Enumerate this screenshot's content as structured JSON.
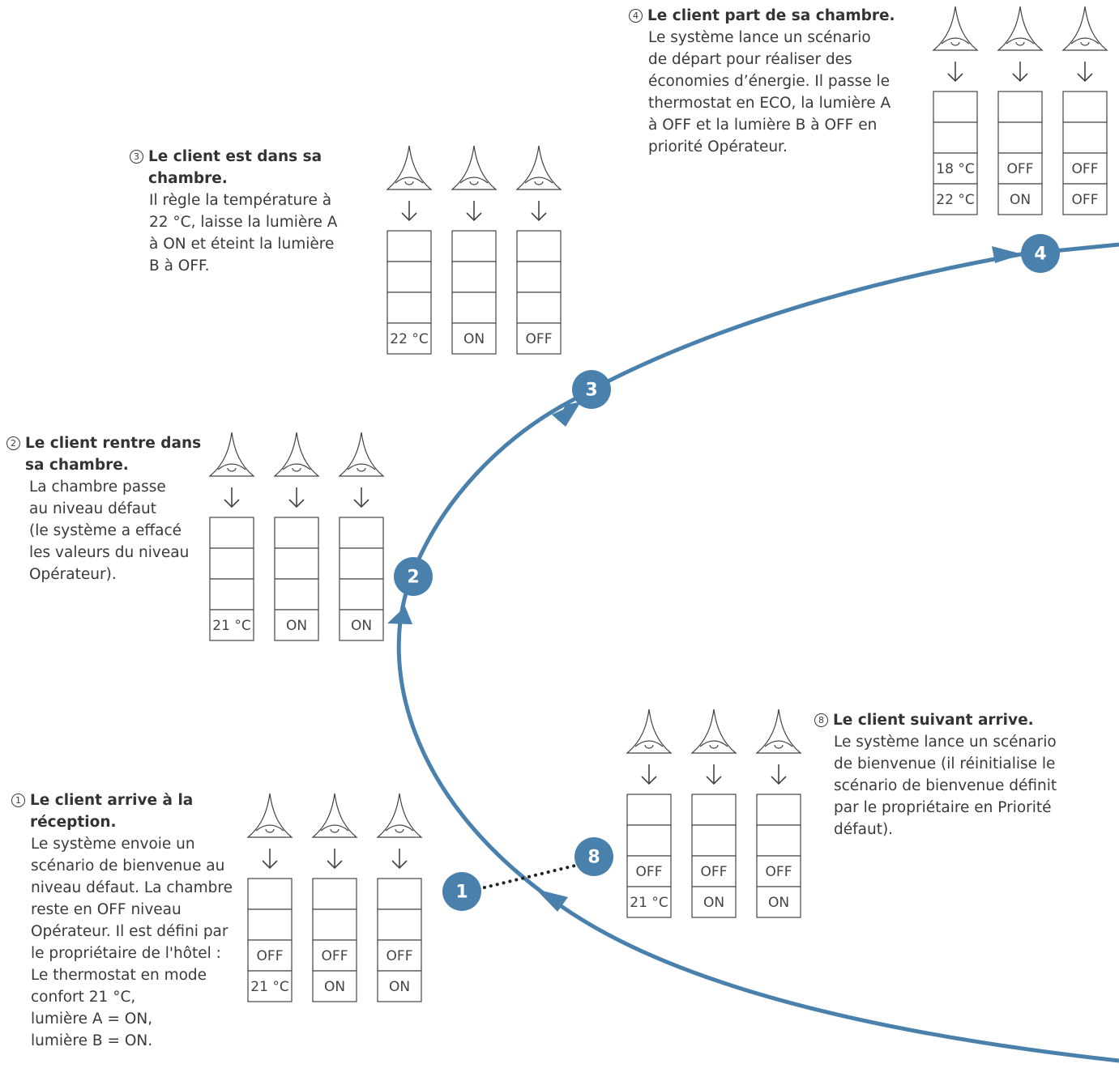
{
  "colors": {
    "accent": "#4a81ac",
    "ink": "#3a3a3a"
  },
  "icons": [
    "eye-icon",
    "down-arrow-icon"
  ],
  "steps": [
    {
      "id": "1",
      "num": "1",
      "title": "Le client arrive à la réception.",
      "lines": [
        "Le système envoie un",
        "scénario de bienvenue au",
        "niveau défaut. La chambre",
        "reste en OFF niveau",
        "Opérateur. Il est défini par",
        "le propriétaire de l'hôtel :",
        "Le thermostat en mode",
        "confort 21 °C,",
        "lumière A = ON,",
        "lumière B = ON."
      ],
      "columns": [
        [
          "",
          "",
          "OFF",
          "21 °C"
        ],
        [
          "",
          "",
          "OFF",
          "ON"
        ],
        [
          "",
          "",
          "OFF",
          "ON"
        ]
      ]
    },
    {
      "id": "2",
      "num": "2",
      "title": "Le client rentre dans sa chambre.",
      "lines": [
        "La chambre passe",
        "au niveau défaut",
        "(le système a effacé",
        "les valeurs du niveau",
        "Opérateur)."
      ],
      "columns": [
        [
          "",
          "",
          "",
          "21 °C"
        ],
        [
          "",
          "",
          "",
          "ON"
        ],
        [
          "",
          "",
          "",
          "ON"
        ]
      ]
    },
    {
      "id": "3",
      "num": "3",
      "title": "Le client est dans sa chambre.",
      "lines": [
        "Il règle la température à",
        "22 °C, laisse la lumière A",
        "à ON et éteint la lumière",
        "B à OFF."
      ],
      "columns": [
        [
          "",
          "",
          "",
          "22 °C"
        ],
        [
          "",
          "",
          "",
          "ON"
        ],
        [
          "",
          "",
          "",
          "OFF"
        ]
      ]
    },
    {
      "id": "4",
      "num": "4",
      "title": "Le client part de sa chambre.",
      "lines": [
        "Le système lance un scénario",
        "de départ pour réaliser des",
        "économies d’énergie. Il passe le",
        "thermostat en ECO, la lumière A",
        "à OFF et la lumière B à OFF en",
        "priorité Opérateur."
      ],
      "columns": [
        [
          "",
          "",
          "18 °C",
          "22 °C"
        ],
        [
          "",
          "",
          "OFF",
          "ON"
        ],
        [
          "",
          "",
          "OFF",
          "OFF"
        ]
      ]
    },
    {
      "id": "8",
      "num": "8",
      "title": "Le client suivant arrive.",
      "lines": [
        "Le système lance un scénario",
        "de bienvenue (il réinitialise le",
        "scénario de bienvenue définit",
        "par le propriétaire en Priorité",
        "défaut)."
      ],
      "columns": [
        [
          "",
          "",
          "OFF",
          "21 °C"
        ],
        [
          "",
          "",
          "OFF",
          "ON"
        ],
        [
          "",
          "",
          "OFF",
          "ON"
        ]
      ]
    }
  ],
  "badges": [
    {
      "id": "1",
      "label": "1"
    },
    {
      "id": "2",
      "label": "2"
    },
    {
      "id": "3",
      "label": "3"
    },
    {
      "id": "4",
      "label": "4"
    },
    {
      "id": "8",
      "label": "8"
    }
  ]
}
